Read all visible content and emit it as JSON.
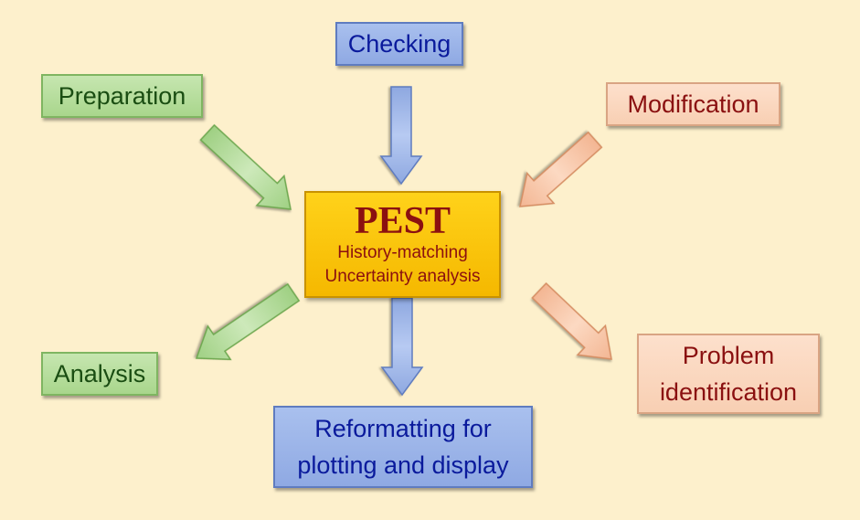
{
  "center": {
    "title": "PEST",
    "line1": "History-matching",
    "line2": "Uncertainty analysis"
  },
  "nodes": {
    "checking": "Checking",
    "preparation": "Preparation",
    "modification": "Modification",
    "analysis": "Analysis",
    "problem_line1": "Problem",
    "problem_line2": "identification",
    "reformatting_line1": "Reformatting for",
    "reformatting_line2": "plotting and display"
  },
  "colors": {
    "background": "#fdf0cc",
    "green": "#a9d68c",
    "blue": "#8fa9e3",
    "peach": "#f8cfb3",
    "gold": "#f5b800",
    "dark_red": "#8b1010",
    "navy": "#0a1a9c",
    "dark_green": "#1a4d12"
  }
}
